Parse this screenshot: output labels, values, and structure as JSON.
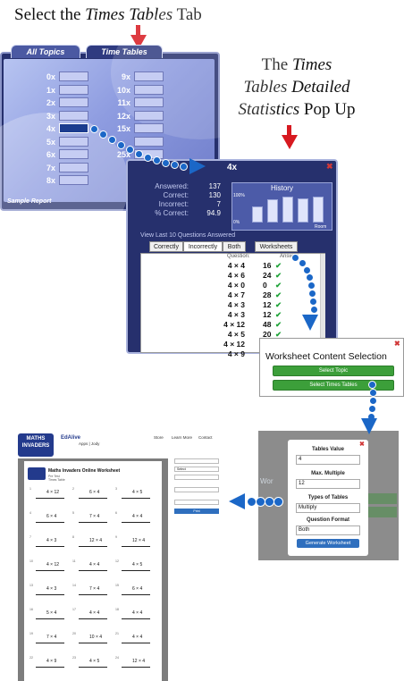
{
  "captions": {
    "select_prefix": "Select the ",
    "select_italic": "Times Tables",
    "select_suffix": " Tab",
    "popup_line1_pre": "The ",
    "popup_line1_it": "Times",
    "popup_line2_it": "Tables Detailed",
    "popup_line3_it": "Statistics",
    "popup_line3_suf": " Pop Up"
  },
  "tabs": {
    "all_topics": "All Topics",
    "times_tables": "Time Tables"
  },
  "times_tables": {
    "left": [
      "0x",
      "1x",
      "2x",
      "3x",
      "4x",
      "5x",
      "6x",
      "7x",
      "8x"
    ],
    "right": [
      "9x",
      "10x",
      "11x",
      "12x",
      "15x",
      "",
      "25x"
    ],
    "sample_report": "Sample Report"
  },
  "stats_popup": {
    "title": "4x",
    "close": "✖",
    "stats": [
      {
        "label": "Answered:",
        "value": "137"
      },
      {
        "label": "Correct:",
        "value": "130"
      },
      {
        "label": "Incorrect:",
        "value": "7"
      },
      {
        "label": "% Correct:",
        "value": "94.9"
      }
    ],
    "history_title": "History",
    "history_bars": [
      0.6,
      0.85,
      0.95,
      0.9,
      0.95
    ],
    "history_axis": [
      "100%",
      "0%",
      "Room"
    ],
    "last10_label": "View Last 10 Questions Answered",
    "filter_tabs": [
      "Correctly",
      "Incorrectly",
      "Both"
    ],
    "worksheets_button": "Worksheets",
    "question_header": "Question:",
    "answer_header": "Answer:",
    "questions": [
      {
        "q": "4 × 4",
        "a": "16"
      },
      {
        "q": "4 × 6",
        "a": "24"
      },
      {
        "q": "4 × 0",
        "a": "0"
      },
      {
        "q": "4 × 7",
        "a": "28"
      },
      {
        "q": "4 × 3",
        "a": "12"
      },
      {
        "q": "4 × 3",
        "a": "12"
      },
      {
        "q": "4 × 12",
        "a": "48"
      },
      {
        "q": "4 × 5",
        "a": "20"
      },
      {
        "q": "4 × 12",
        "a": ""
      },
      {
        "q": "4 × 9",
        "a": ""
      }
    ],
    "check": "✔"
  },
  "content_selection": {
    "title": "Worksheet Content Selection",
    "close": "✖",
    "select_topic": "Select Topic",
    "select_times_tables": "Select Times Tables"
  },
  "worksheet_modal": {
    "close": "✖",
    "tables_value_label": "Tables Value",
    "tables_value": "4",
    "max_multiple_label": "Max. Multiple",
    "max_multiple": "12",
    "types_label": "Types of Tables",
    "types_value": "Multiply",
    "format_label": "Question Format",
    "format_value": "Both",
    "generate": "Generate Worksheet",
    "background_text": "Wor"
  },
  "worksheet_page": {
    "logo": "MATHS INVADERS",
    "brand": "EdAlive",
    "brand_sub": "Apps | Jody",
    "nav": [
      "Store",
      "Learn More",
      "Contact"
    ],
    "title": "Maths Invaders Online Worksheet",
    "subtitle_lines": [
      "Pre Test",
      "Times Table"
    ],
    "problems": [
      [
        "4 × 12",
        "6 × 4",
        "4 × 5"
      ],
      [
        "6 × 4",
        "7 × 4",
        "4 × 4"
      ],
      [
        "4 × 3",
        "12 × 4",
        "12 × 4"
      ],
      [
        "4 × 12",
        "4 × 4",
        "4 × 5"
      ],
      [
        "4 × 3",
        "7 × 4",
        "6 × 4"
      ],
      [
        "5 × 4",
        "4 × 4",
        "4 × 4"
      ],
      [
        "7 × 4",
        "10 × 4",
        "4 × 4"
      ],
      [
        "4 × 9",
        "4 × 5",
        "12 × 4"
      ]
    ],
    "side_panel": [
      "Select",
      "",
      "",
      "",
      "Print"
    ]
  }
}
